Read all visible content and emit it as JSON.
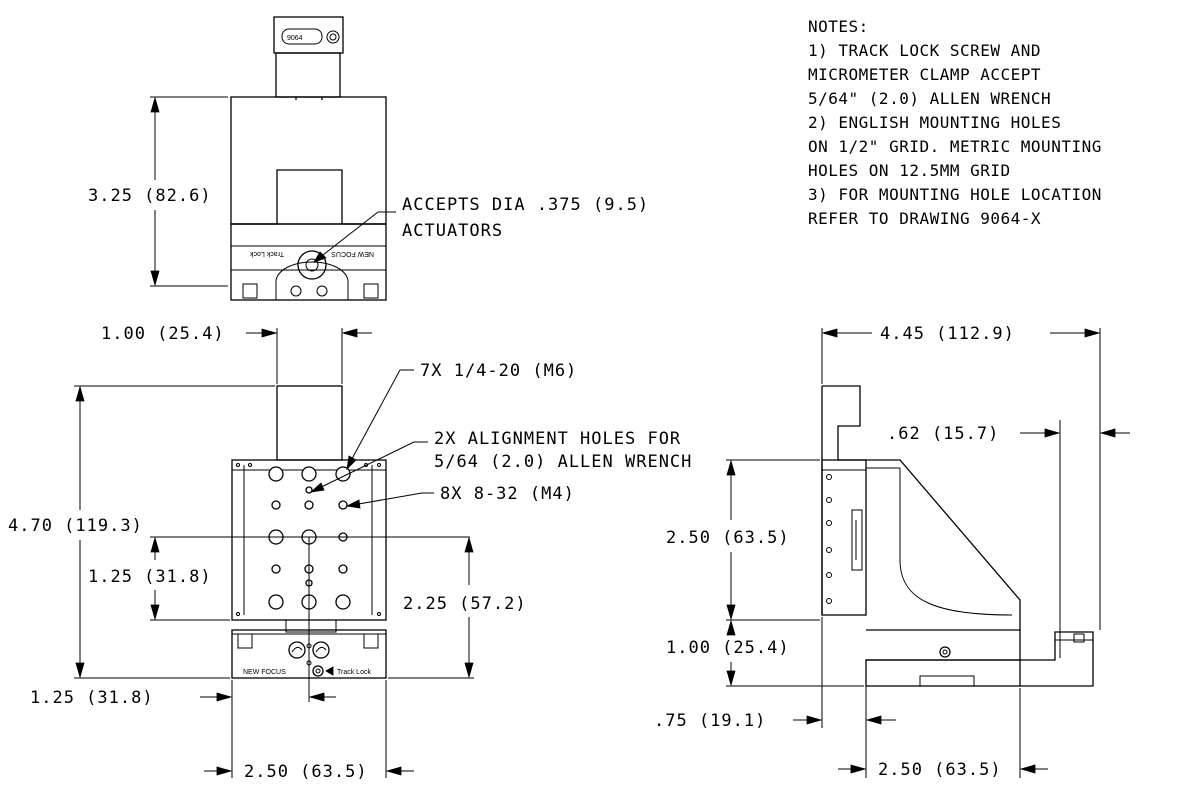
{
  "notes": {
    "title": "NOTES:",
    "lines": [
      "1) TRACK LOCK SCREW AND",
      "MICROMETER CLAMP ACCEPT",
      "5/64\" (2.0) ALLEN WRENCH",
      "2) ENGLISH MOUNTING HOLES",
      "ON 1/2\" GRID. METRIC MOUNTING",
      "HOLES ON 12.5MM GRID",
      "3) FOR MOUNTING HOLE LOCATION",
      "REFER TO DRAWING 9064-X"
    ]
  },
  "callouts": {
    "actuators_1": "ACCEPTS DIA .375 (9.5)",
    "actuators_2": "ACTUATORS",
    "holes_7x": "7X 1/4-20 (M6)",
    "alignment_1": "2X ALIGNMENT HOLES FOR",
    "alignment_2": "5/64 (2.0) ALLEN WRENCH",
    "holes_8x": "8X 8-32 (M4)"
  },
  "dimensions": {
    "top_height": "3.25 (82.6)",
    "width_1_00": "1.00 (25.4)",
    "overall_height": "4.70 (119.3)",
    "hole_span": "1.25 (31.8)",
    "center_height": "2.25 (57.2)",
    "bottom_offset": "1.25 (31.8)",
    "front_width": "2.50 (63.5)",
    "side_overall": "4.45 (112.9)",
    "side_offset": ".62 (15.7)",
    "side_plate_height": "2.50 (63.5)",
    "side_base_height": "1.00 (25.4)",
    "side_plate_thick": ".75 (19.1)",
    "side_base_width": "2.50 (63.5)"
  },
  "part_labels": {
    "brand_top": "NEW FOCUS",
    "track_lock_top": "Track Lock",
    "brand_front": "NEW FOCUS",
    "track_lock_front": "Track Lock",
    "label_plate": "9064"
  }
}
